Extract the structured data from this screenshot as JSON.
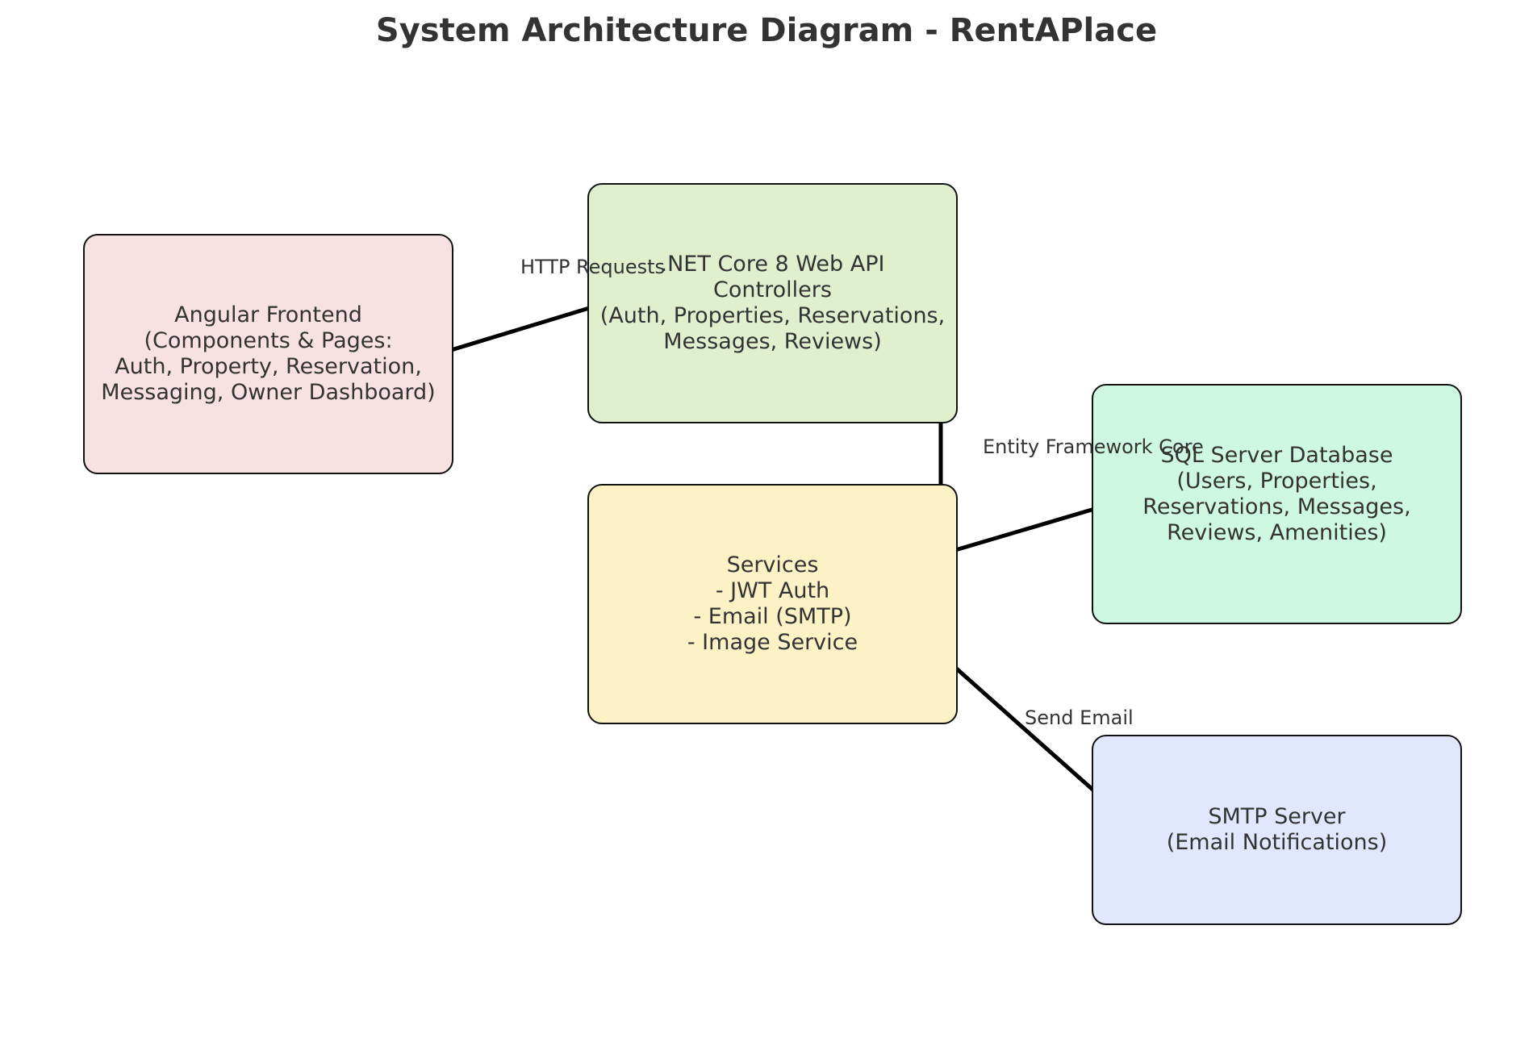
{
  "title": "System Architecture Diagram - RentAPlace",
  "nodes": {
    "frontend": {
      "lines": [
        "Angular Frontend",
        "(Components & Pages:",
        "Auth, Property, Reservation,",
        "Messaging, Owner Dashboard)"
      ],
      "fill": "#f8e1e2"
    },
    "api": {
      "lines": [
        ".NET Core 8 Web API",
        "Controllers",
        "(Auth, Properties, Reservations,",
        "Messages, Reviews)"
      ],
      "fill": "#e0efcd"
    },
    "services": {
      "lines": [
        "Services",
        "- JWT Auth",
        "- Email (SMTP)",
        "- Image Service"
      ],
      "fill": "#fdf1c6"
    },
    "database": {
      "lines": [
        "SQL Server Database",
        "(Users, Properties,",
        "Reservations, Messages,",
        "Reviews, Amenities)"
      ],
      "fill": "#cff8e2"
    },
    "smtp": {
      "lines": [
        "SMTP Server",
        "(Email Notifications)"
      ],
      "fill": "#e1e7fd"
    }
  },
  "edges": {
    "http": "HTTP Requests",
    "ef": "Entity Framework Core",
    "email": "Send Email"
  }
}
